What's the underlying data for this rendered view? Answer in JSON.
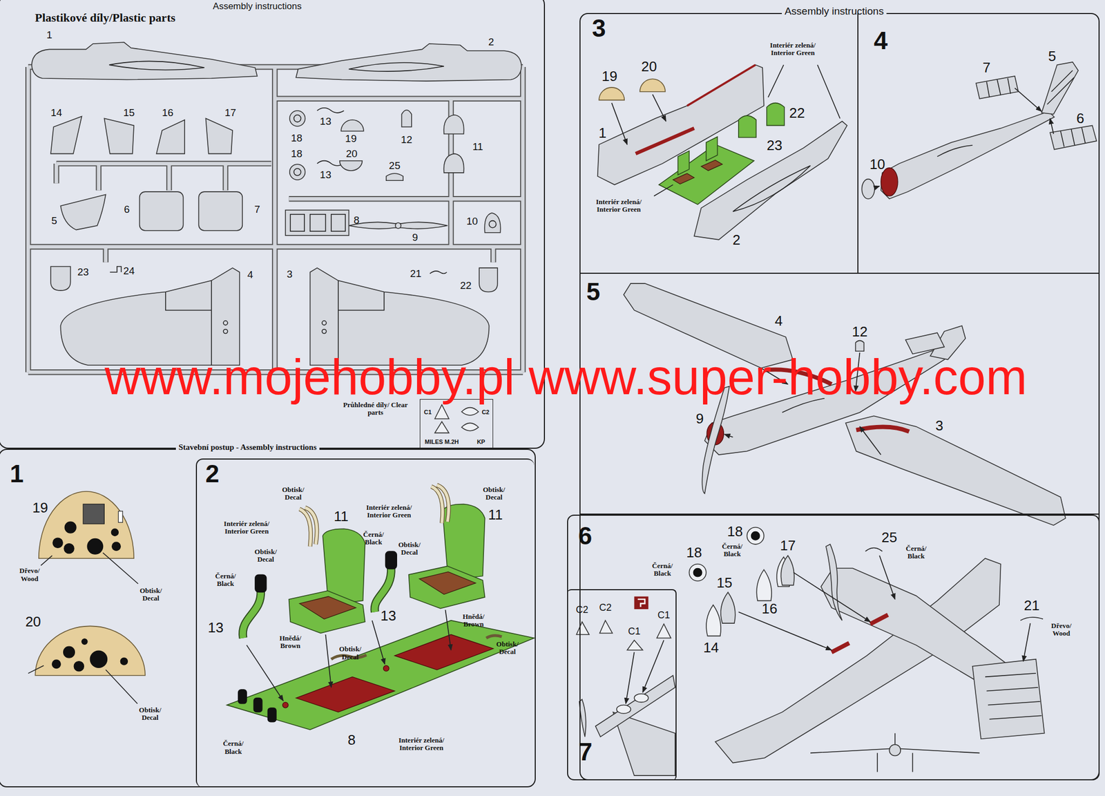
{
  "diagram": {
    "nodes": [
      {
        "text": [
          "Plastikové díly/Plastic parts"
        ]
      },
      {
        "text": [
          "Stavební postup - Assembly instructions"
        ]
      },
      {
        "text": [
          "1"
        ],
        "in": 1
      },
      {
        "text": [
          "2"
        ],
        "in": 1
      },
      {
        "text": [
          "Assembly instructions"
        ]
      },
      {
        "text": [
          "3"
        ],
        "in": 4
      },
      {
        "text": [
          "4"
        ],
        "in": 4
      },
      {
        "text": [
          "5"
        ],
        "in": 4
      },
      {
        "text": [
          "6"
        ],
        "in": 4
      },
      {
        "text": [
          "7"
        ],
        "in": 8
      },
      {
        "text": [
          "Průhledné díly/ Clear parts",
          "MILES M.2H",
          "KP"
        ],
        "in": 0
      }
    ],
    "labels": [
      "Assembly instructions",
      "1",
      "2",
      "14",
      "15",
      "16",
      "17",
      "18",
      "13",
      "19",
      "12",
      "11",
      "18",
      "20",
      "13",
      "25",
      "5",
      "6",
      "7",
      "8",
      "9",
      "10",
      "23",
      "24",
      "4",
      "3",
      "21",
      "22",
      "C1",
      "C2",
      "www.mojehobby.pl www.super-hobby.com",
      "19",
      "Dřevo/ Wood",
      "Obtisk/ Decal",
      "20",
      "Obtisk/ Decal",
      "Obtisk/ Decal",
      "11",
      "Interiér zelená/ Interior Green",
      "Obtisk/ Decal",
      "Černá/ Black",
      "13",
      "Hnědá/ Brown",
      "Obtisk/ Decal",
      "Interiér zelená/ Interior Green",
      "Obtisk/ Decal",
      "11",
      "Černá/ Black",
      "Obtisk/ Decal",
      "13",
      "Hnědá/ Brown",
      "Obtisk/ Decal",
      "Černá/ Black",
      "8",
      "Interiér zelená/ Interior Green",
      "Interiér zelená/ Interior Green",
      "19",
      "20",
      "1",
      "22",
      "23",
      "Interiér zelená/ Interior Green",
      "2",
      "7",
      "5",
      "6",
      "10",
      "4",
      "12",
      "9",
      "3",
      "18",
      "Černá/ Black",
      "17",
      "25",
      "Černá/ Black",
      "18",
      "Černá/ Black",
      "15",
      "16",
      "14",
      "21",
      "Dřevo/ Wood",
      "C2",
      "C2",
      "C1",
      "C1"
    ]
  }
}
